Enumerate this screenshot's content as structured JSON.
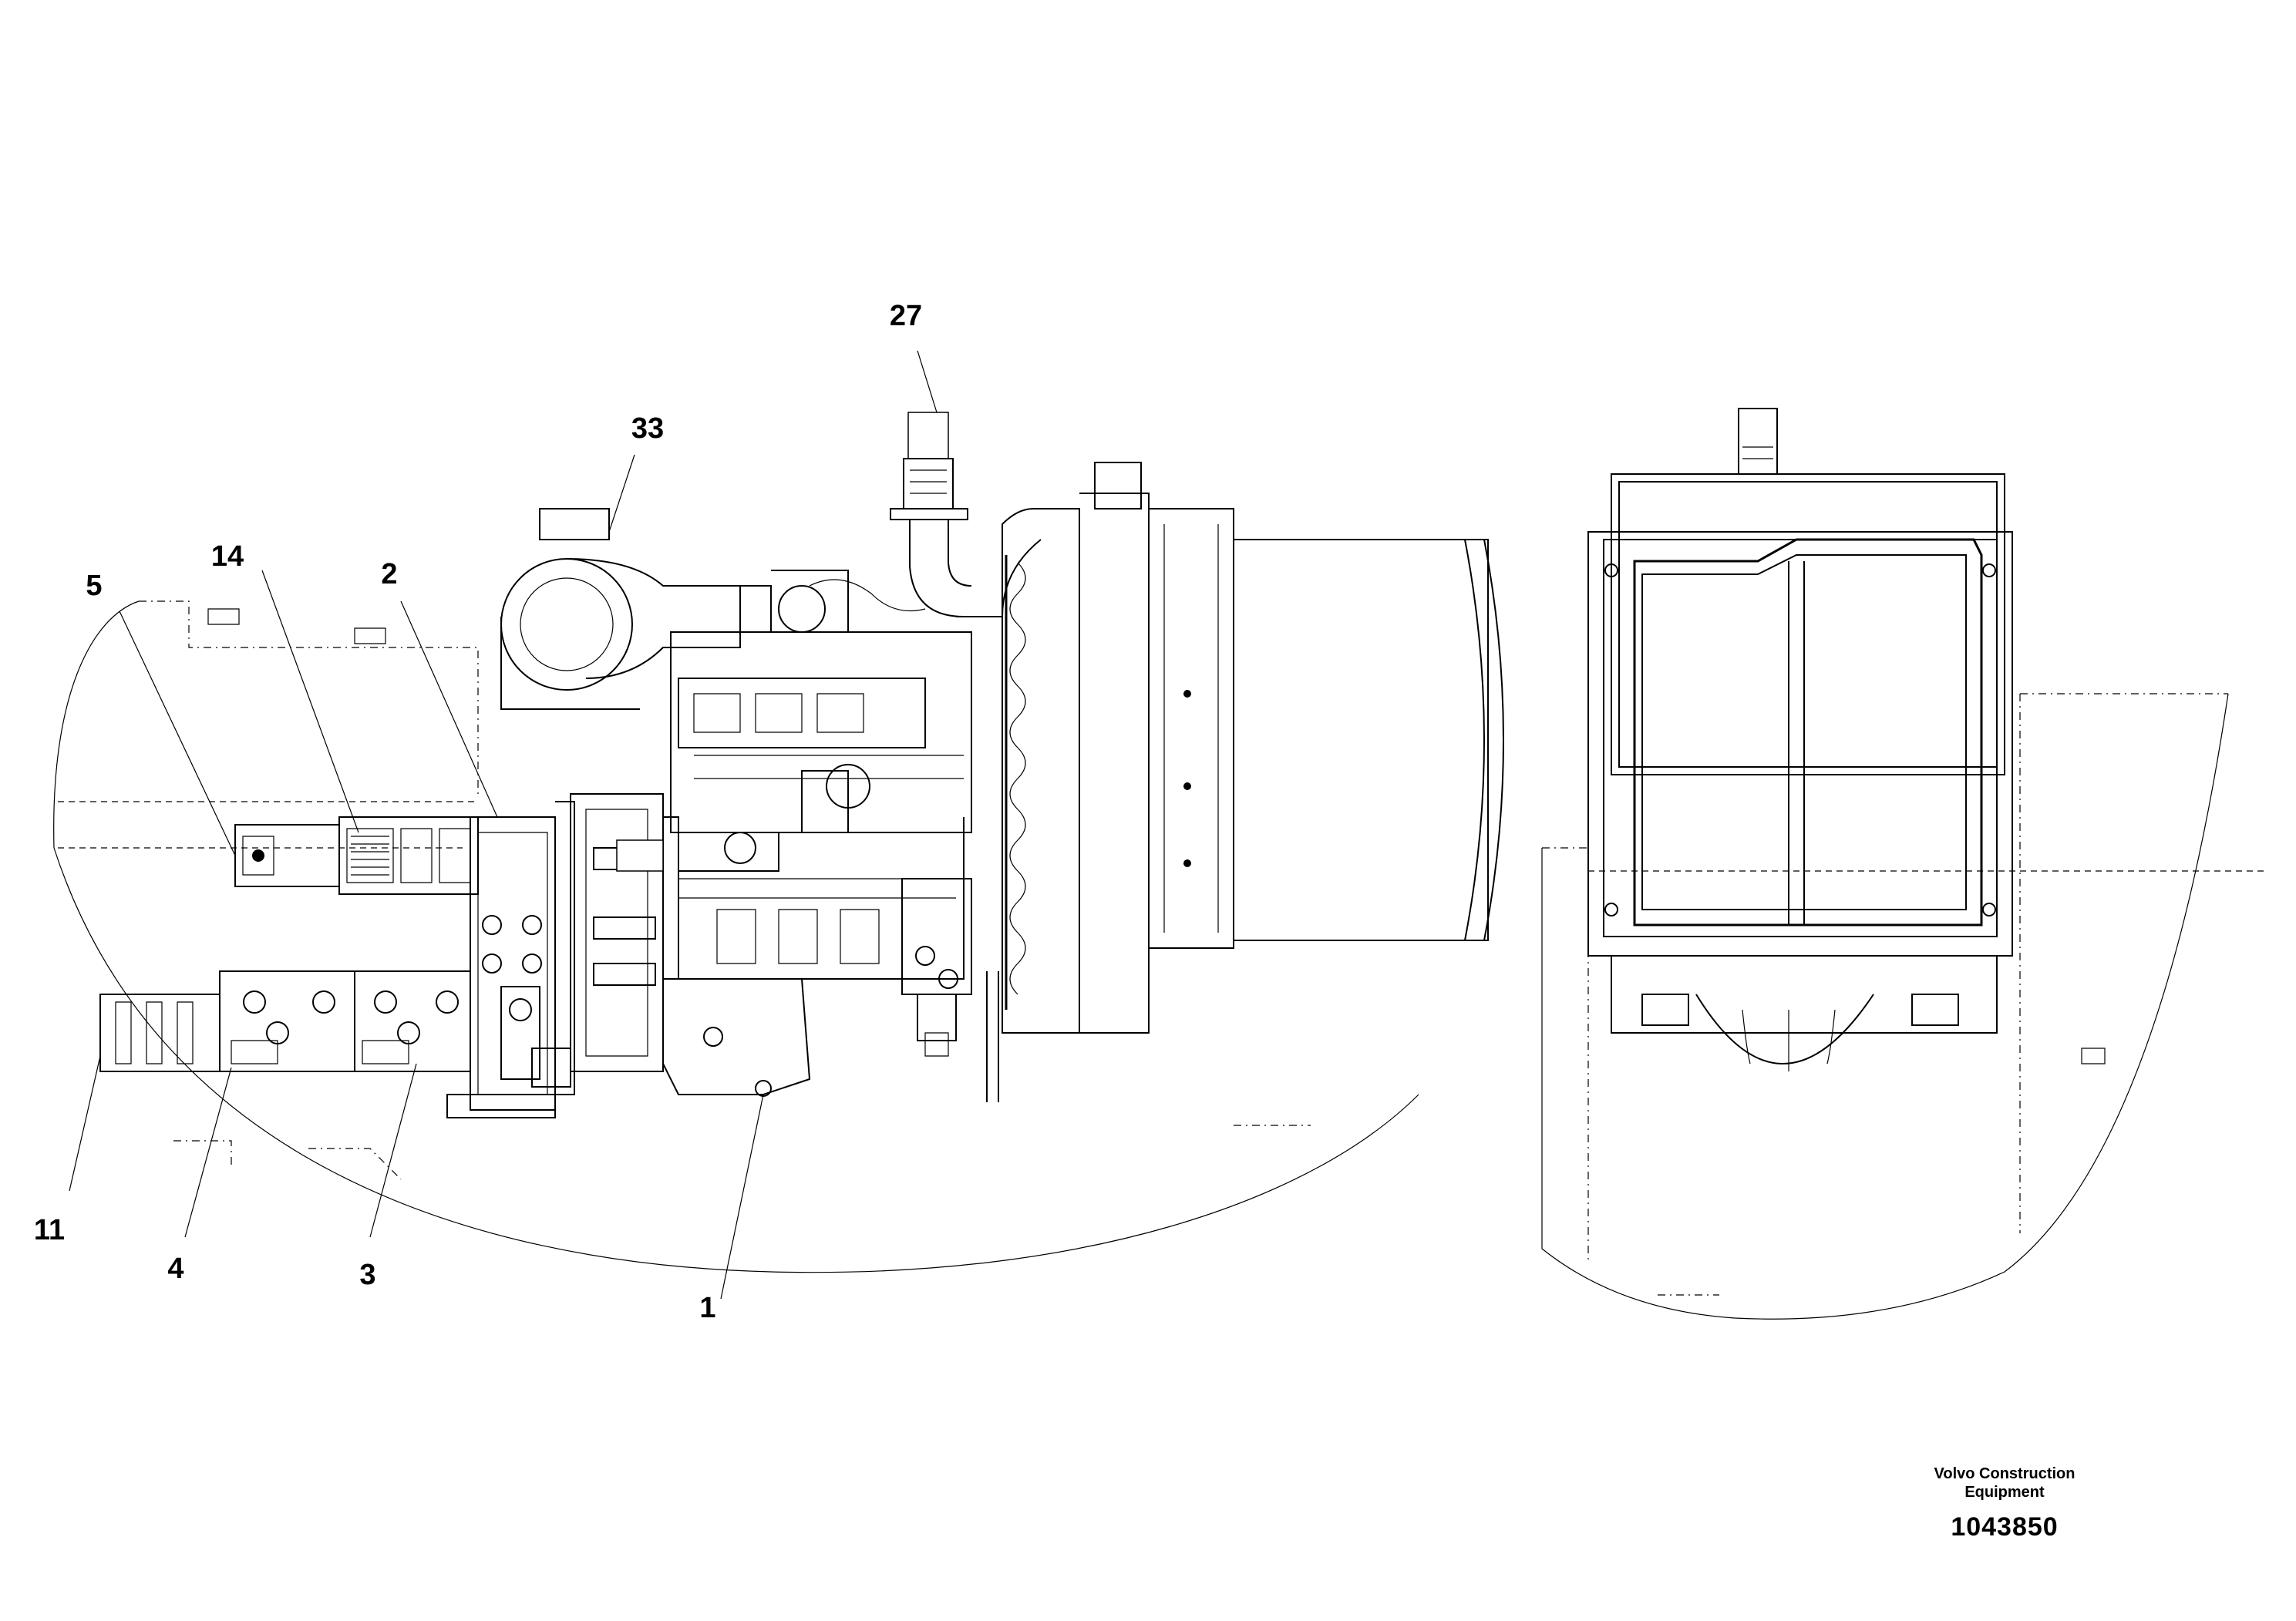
{
  "drawing": {
    "callouts": [
      {
        "id": "c27",
        "label": "27"
      },
      {
        "id": "c33",
        "label": "33"
      },
      {
        "id": "c14",
        "label": "14"
      },
      {
        "id": "c5",
        "label": "5"
      },
      {
        "id": "c2",
        "label": "2"
      },
      {
        "id": "c11",
        "label": "11"
      },
      {
        "id": "c4",
        "label": "4"
      },
      {
        "id": "c3",
        "label": "3"
      },
      {
        "id": "c1",
        "label": "1"
      }
    ]
  },
  "title_block": {
    "company_line1": "Volvo Construction",
    "company_line2": "Equipment",
    "drawing_number": "1043850"
  }
}
